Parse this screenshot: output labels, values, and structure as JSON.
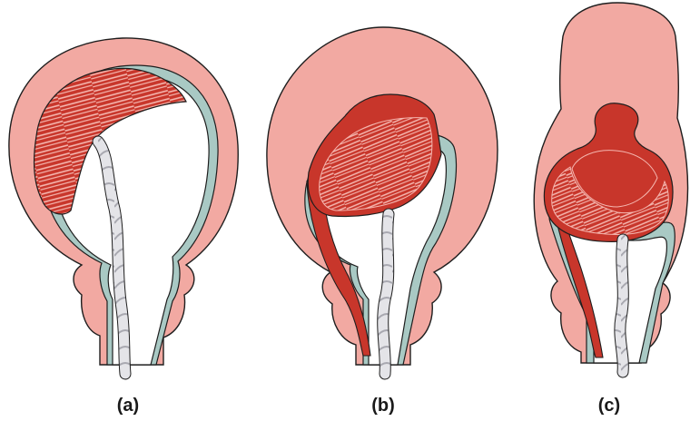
{
  "panels": [
    {
      "label": "(a)"
    },
    {
      "label": "(b)"
    },
    {
      "label": "(c)"
    }
  ],
  "colors": {
    "outer_tissue": "#F2A9A2",
    "muscle_dark": "#C8362B",
    "muscle_stripe": "#F5B7B0",
    "lining": "#A9C9C4",
    "outline": "#1E1E1E",
    "cord": "#D9D9DD"
  }
}
